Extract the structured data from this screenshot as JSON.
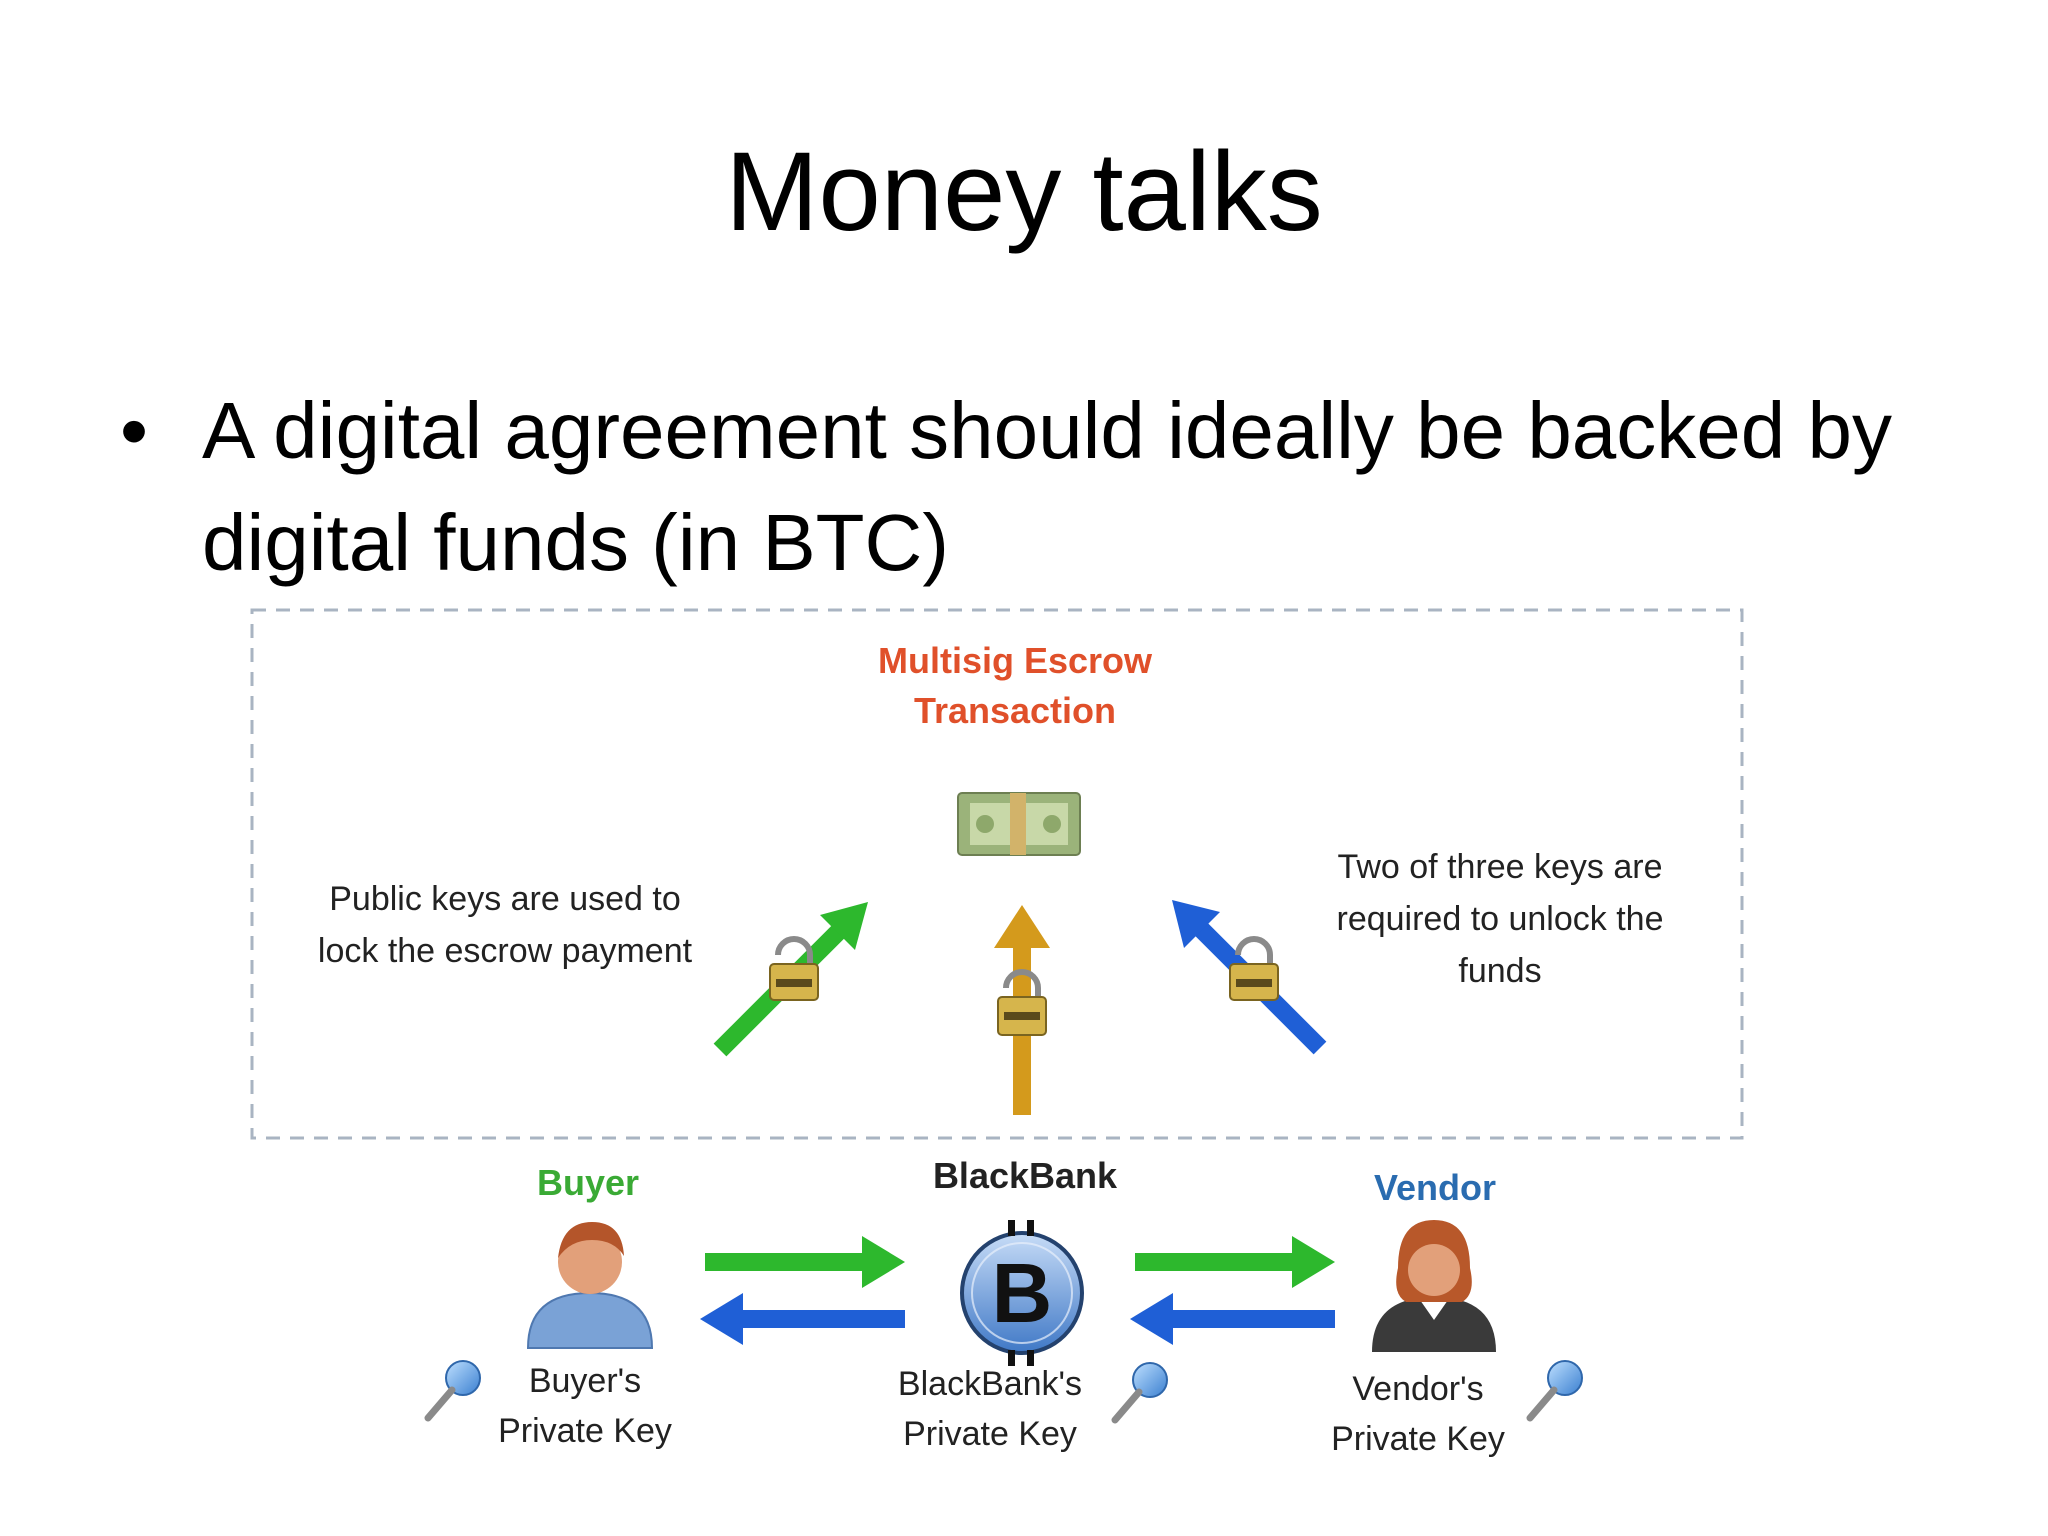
{
  "slide": {
    "title": "Money talks",
    "bullet": "A digital agreement should ideally be backed by digital funds (in BTC)"
  },
  "diagram": {
    "escrow_title_line1": "Multisig Escrow",
    "escrow_title_line2": "Transaction",
    "left_note_line1": "Public keys are used to",
    "left_note_line2": "lock the escrow payment",
    "right_note_line1": "Two of three keys are",
    "right_note_line2": "required to unlock the",
    "right_note_line3": "funds",
    "buyer_label": "Buyer",
    "blackbank_label": "BlackBank",
    "vendor_label": "Vendor",
    "buyer_key_line1": "Buyer's",
    "buyer_key_line2": "Private Key",
    "blackbank_key_line1": "BlackBank's",
    "blackbank_key_line2": "Private Key",
    "vendor_key_line1": "Vendor's",
    "vendor_key_line2": "Private Key",
    "bitcoin_symbol": "B"
  },
  "colors": {
    "escrow_title": "#e0502a",
    "buyer": "#3aaa35",
    "vendor": "#2a6cb0",
    "green_arrow": "#2db82d",
    "blue_arrow": "#1f5fd6",
    "gold_arrow": "#d49a1c",
    "dashed_border": "#a9b4c2"
  },
  "icons": {
    "escrow": "money-bundle-icon",
    "lock": "padlock-icon",
    "buyer": "person-icon",
    "vendor": "person-icon",
    "bitcoin": "bitcoin-icon",
    "key": "key-icon"
  }
}
